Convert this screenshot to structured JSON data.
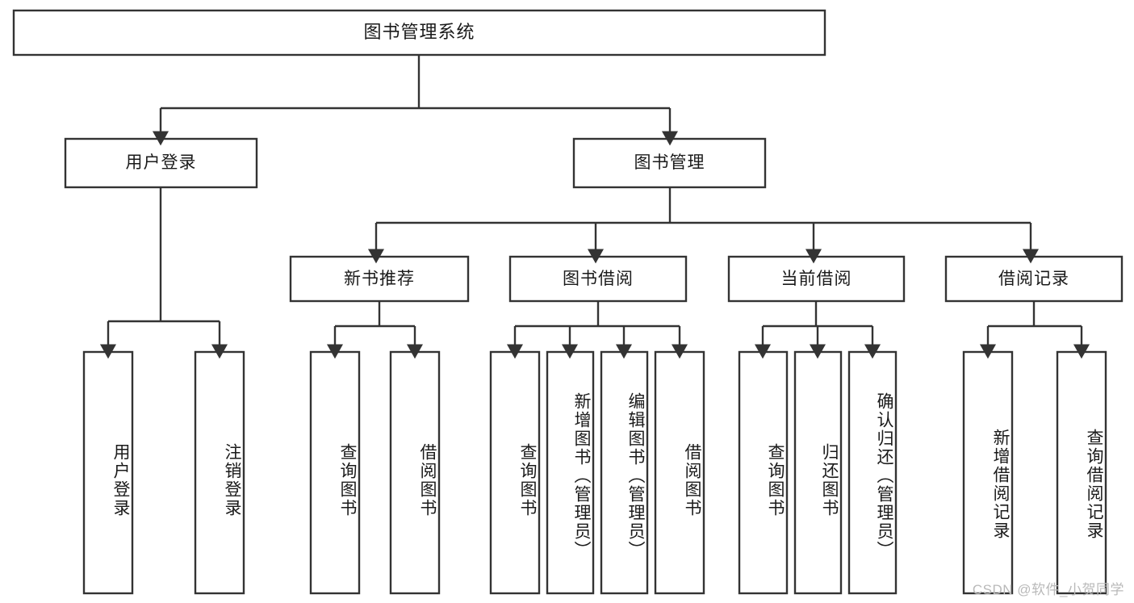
{
  "diagram": {
    "title": "图书管理系统",
    "type": "tree-hierarchy-diagram",
    "watermark": "CSDN @软件_小贺同学",
    "colors": {
      "stroke": "#333333",
      "box_fill": "#ffffff",
      "text": "#1a1a1a",
      "watermark": "#b9b9b9",
      "background": "#ffffff"
    },
    "root": {
      "label": "图书管理系统",
      "orientation": "horizontal"
    },
    "level1": [
      {
        "label": "用户登录",
        "orientation": "horizontal"
      },
      {
        "label": "图书管理",
        "orientation": "horizontal"
      }
    ],
    "level2": [
      {
        "label": "新书推荐",
        "orientation": "horizontal"
      },
      {
        "label": "图书借阅",
        "orientation": "horizontal"
      },
      {
        "label": "当前借阅",
        "orientation": "horizontal"
      },
      {
        "label": "借阅记录",
        "orientation": "horizontal"
      }
    ],
    "leaves": {
      "user_login": [
        {
          "label": "用户登录",
          "orientation": "vertical"
        },
        {
          "label": "注销登录",
          "orientation": "vertical"
        }
      ],
      "new_book_recommend": [
        {
          "label": "查询图书",
          "orientation": "vertical"
        },
        {
          "label": "借阅图书",
          "orientation": "vertical"
        }
      ],
      "book_borrow": [
        {
          "label": "查询图书",
          "orientation": "vertical"
        },
        {
          "label": "新增图书（管理员）",
          "orientation": "vertical"
        },
        {
          "label": "编辑图书（管理员）",
          "orientation": "vertical"
        },
        {
          "label": "借阅图书",
          "orientation": "vertical"
        }
      ],
      "current_borrow": [
        {
          "label": "查询图书",
          "orientation": "vertical"
        },
        {
          "label": "归还图书",
          "orientation": "vertical"
        },
        {
          "label": "确认归还（管理员）",
          "orientation": "vertical"
        }
      ],
      "borrow_record": [
        {
          "label": "新增借阅记录",
          "orientation": "vertical"
        },
        {
          "label": "查询借阅记录",
          "orientation": "vertical"
        }
      ]
    }
  }
}
